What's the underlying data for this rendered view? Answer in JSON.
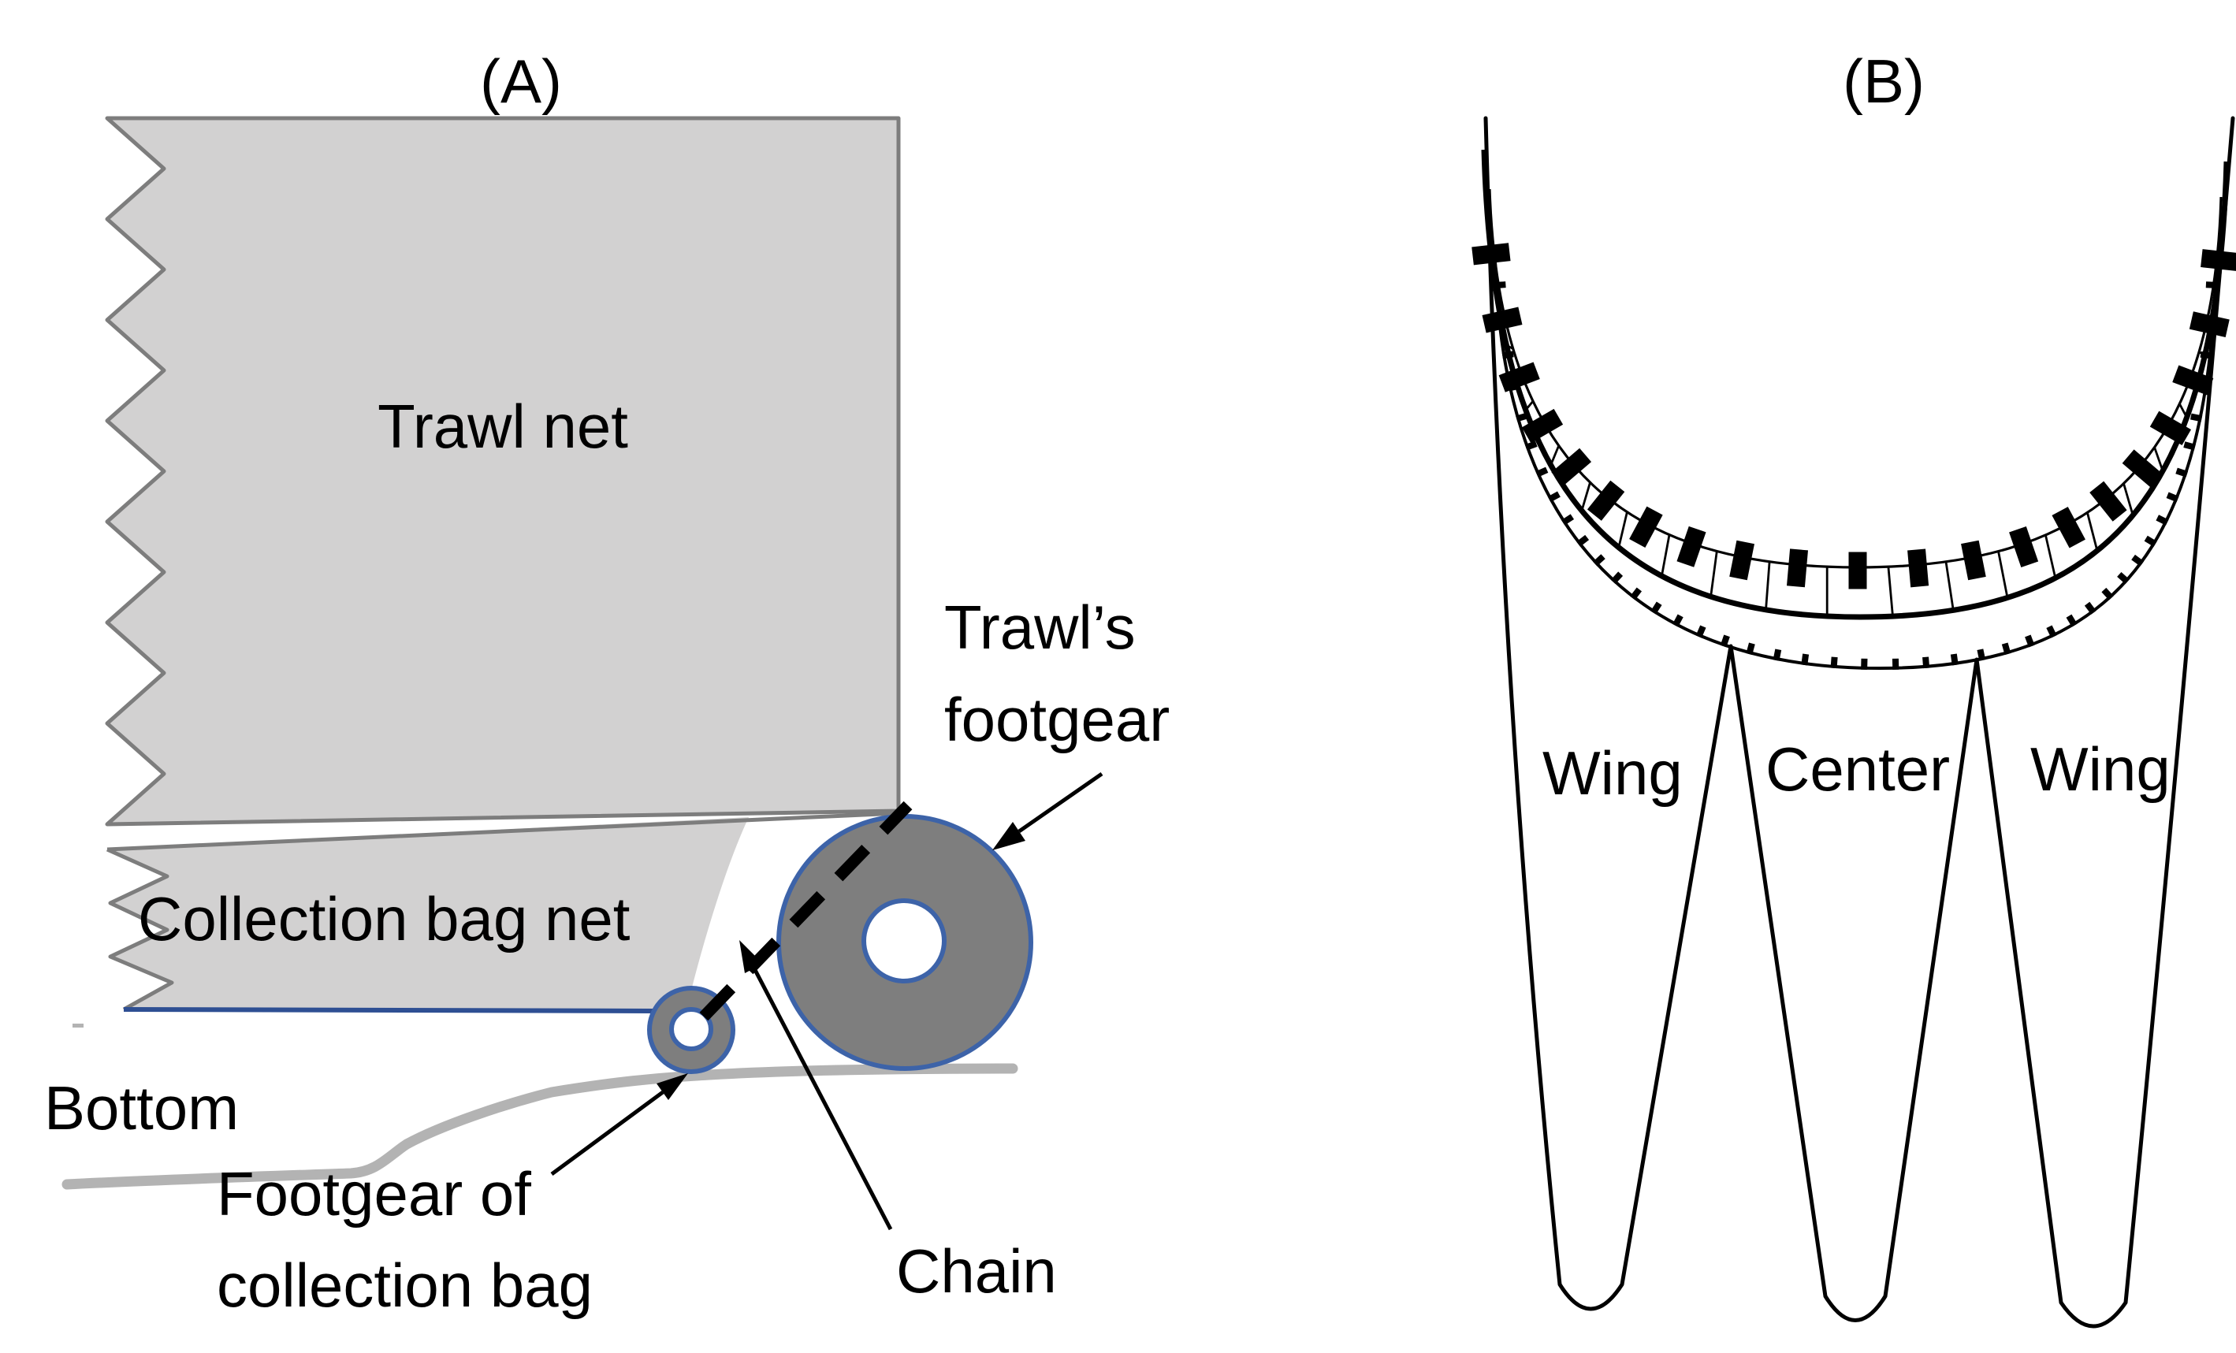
{
  "panel_a": {
    "title": "(A)",
    "labels": {
      "trawl_net": "Trawl net",
      "collection_bag_net": "Collection bag net",
      "trawls_footgear": [
        "Trawl’s",
        "footgear"
      ],
      "footgear_of_collection_bag": [
        "Footgear of",
        "collection bag"
      ],
      "chain": "Chain",
      "bottom": "Bottom"
    }
  },
  "panel_b": {
    "title": "(B)",
    "labels": {
      "wing_left": "Wing",
      "center": "Center",
      "wing_right": "Wing"
    }
  },
  "colors": {
    "net_fill": "#d2d1d1",
    "net_border": "#7d7d7d",
    "footgear_fill": "#7e7e7e",
    "footgear_border": "#3d63a8",
    "bag_bottom_border": "#2e4f93",
    "seabed": "#b3b3b3",
    "ink": "#000000"
  }
}
